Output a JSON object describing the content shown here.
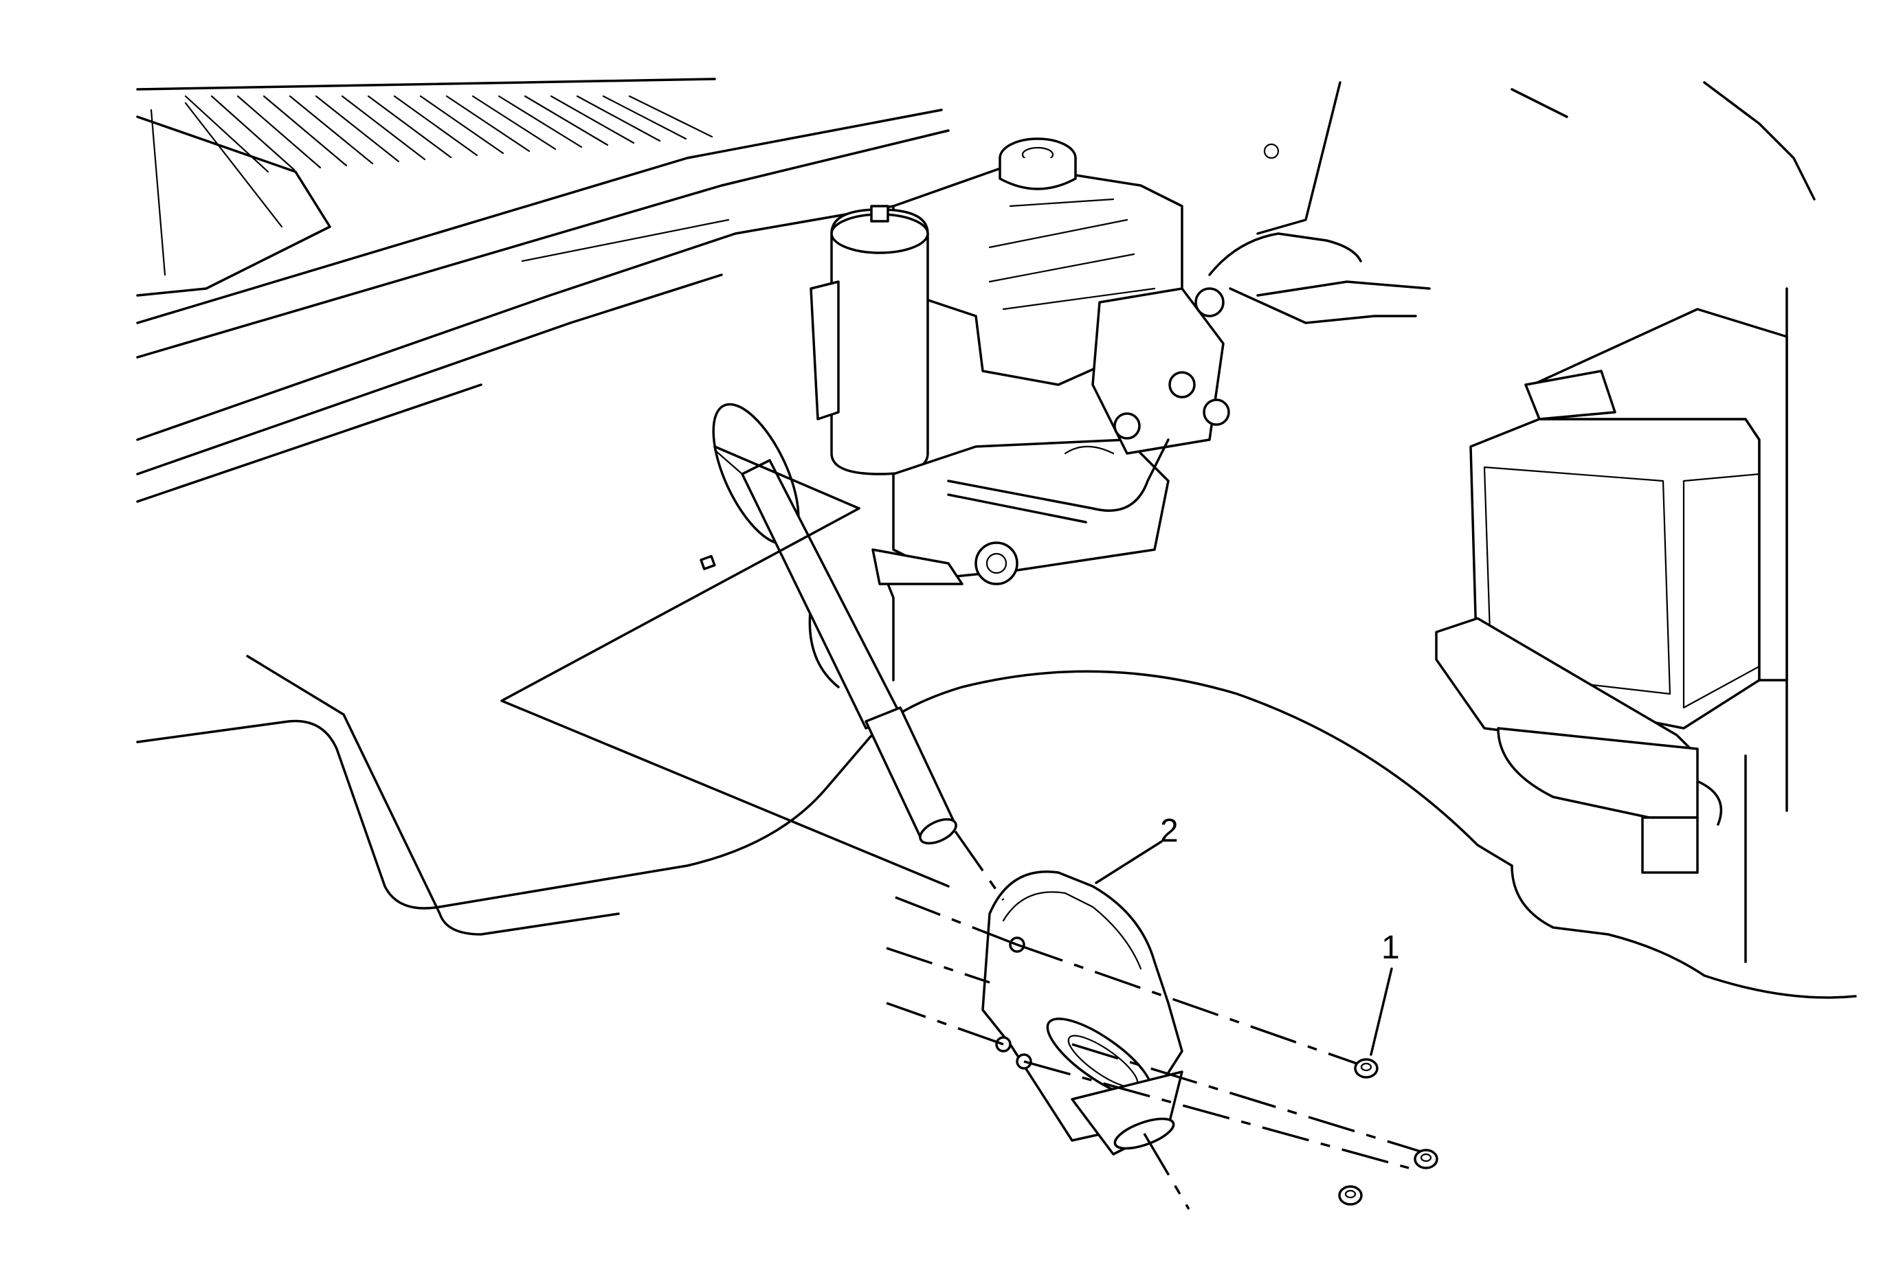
{
  "callouts": [
    {
      "label": "1",
      "part": "nut"
    },
    {
      "label": "2",
      "part": "steering-column-seal"
    }
  ]
}
